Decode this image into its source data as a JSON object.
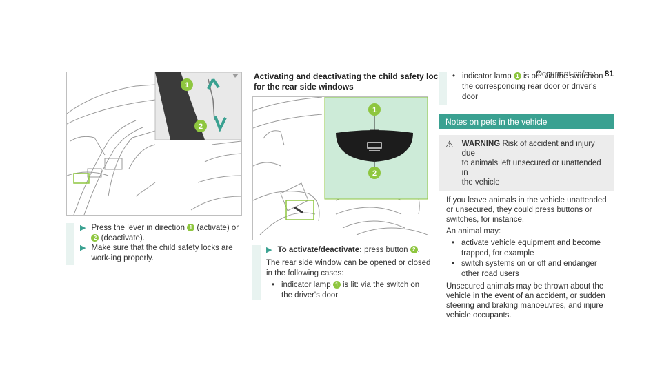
{
  "header": {
    "section": "Occupant safety",
    "page": "81"
  },
  "left": {
    "steps": [
      {
        "parts": [
          "Press the lever in direction ",
          "1",
          " (activate) or ",
          "2",
          " (deactivate)."
        ]
      },
      {
        "parts": [
          "Make sure that the child safety locks are work-ing properly."
        ]
      }
    ]
  },
  "middle": {
    "heading_line1": "Activating and deactivating the child safety lock",
    "heading_line2": "for the rear side windows",
    "step_bold": "To activate/deactivate:",
    "step_text": " press button ",
    "step_num": "2",
    "step_end": ".",
    "para_line1": "The rear side window can be opened or closed",
    "para_line2": "in the following cases:",
    "bullet1_a": "indicator lamp ",
    "bullet1_num": "1",
    "bullet1_b": " is lit: via the switch on",
    "bullet1_c": "the driver's door"
  },
  "right": {
    "bullet2_a": "indicator lamp ",
    "bullet2_num": "1",
    "bullet2_b": " is off: via the switch on",
    "bullet2_c": "the corresponding rear door or driver's",
    "bullet2_d": "door",
    "pets_title": "Notes on pets in the vehicle",
    "warning_label": "WARNING",
    "warning_line1": " Risk of accident and injury due",
    "warning_line2": "to animals left unsecured or unattended in",
    "warning_line3": "the vehicle",
    "p1": "If you leave animals in the vehicle unattended or unsecured, they could press buttons or switches, for instance.",
    "p2": "An animal may:",
    "list": [
      "activate vehicle equipment and become trapped, for example",
      "switch systems on or off and endanger other road users"
    ],
    "p3": "Unsecured animals may be thrown about the vehicle in the event of an accident, or sudden steering and braking manoeuvres, and injure vehicle occupants."
  },
  "figures": {
    "callout1": "1",
    "callout2": "2"
  }
}
